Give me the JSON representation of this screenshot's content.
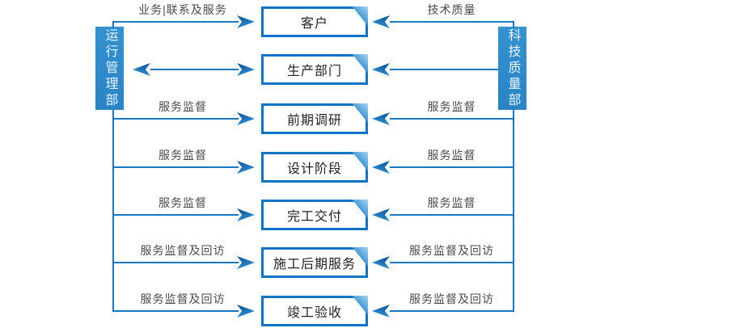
{
  "diagram_title": "service-supervision-flowchart",
  "colors": {
    "bar_blue": "#2e8aca",
    "box_border_blue": "#1173c5",
    "line_blue": "#1b77c3",
    "arrow_dark_blue": "#0c5ba4",
    "label_gray": "#4a4a4a",
    "background": "#ffffff"
  },
  "left_bar": {
    "label": "运行管理部"
  },
  "right_bar": {
    "label": "科技质量部"
  },
  "rows": [
    {
      "box": "客户",
      "left_label": "业务|联系及服务",
      "right_label": "技术质量"
    },
    {
      "box": "生产部门",
      "left_label": "",
      "right_label": ""
    },
    {
      "box": "前期调研",
      "left_label": "服务监督",
      "right_label": "服务监督"
    },
    {
      "box": "设计阶段",
      "left_label": "服务监督",
      "right_label": "服务监督"
    },
    {
      "box": "完工交付",
      "left_label": "服务监督",
      "right_label": "服务监督"
    },
    {
      "box": "施工后期服务",
      "left_label": "服务监督及回访",
      "right_label": "服务监督及回访"
    },
    {
      "box": "竣工验收",
      "left_label": "服务监督及回访",
      "right_label": "服务监督及回访"
    }
  ]
}
